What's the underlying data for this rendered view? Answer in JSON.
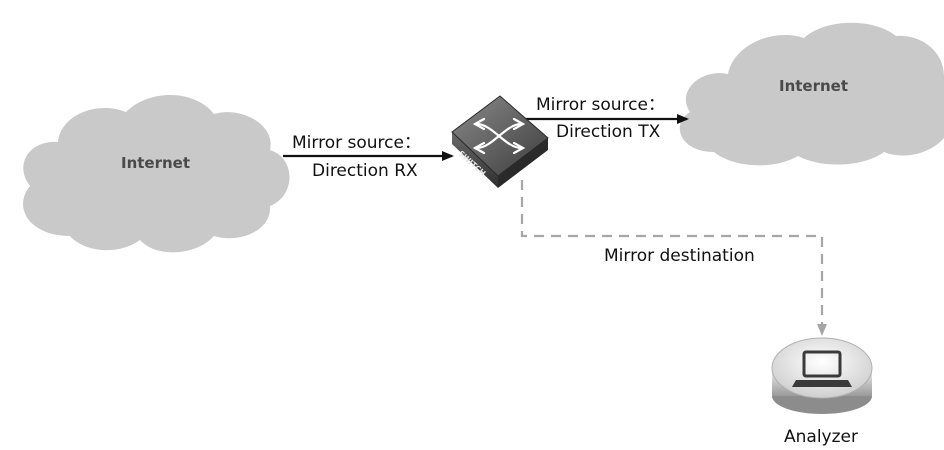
{
  "clouds": [
    {
      "label": "Internet"
    },
    {
      "label": "Internet"
    }
  ],
  "switch": {
    "label": "SWITCH"
  },
  "links": {
    "rx": {
      "line1": "Mirror source：",
      "line2": "Direction RX"
    },
    "tx": {
      "line1": "Mirror source：",
      "line2": "Direction TX"
    },
    "mirror": {
      "label": "Mirror destination"
    }
  },
  "analyzer": {
    "label": "Analyzer"
  },
  "colors": {
    "cloud": "#c9c9c9",
    "arrow": "#111111",
    "dashed": "#a6a6a6",
    "device_dark": "#5a5a5a"
  }
}
